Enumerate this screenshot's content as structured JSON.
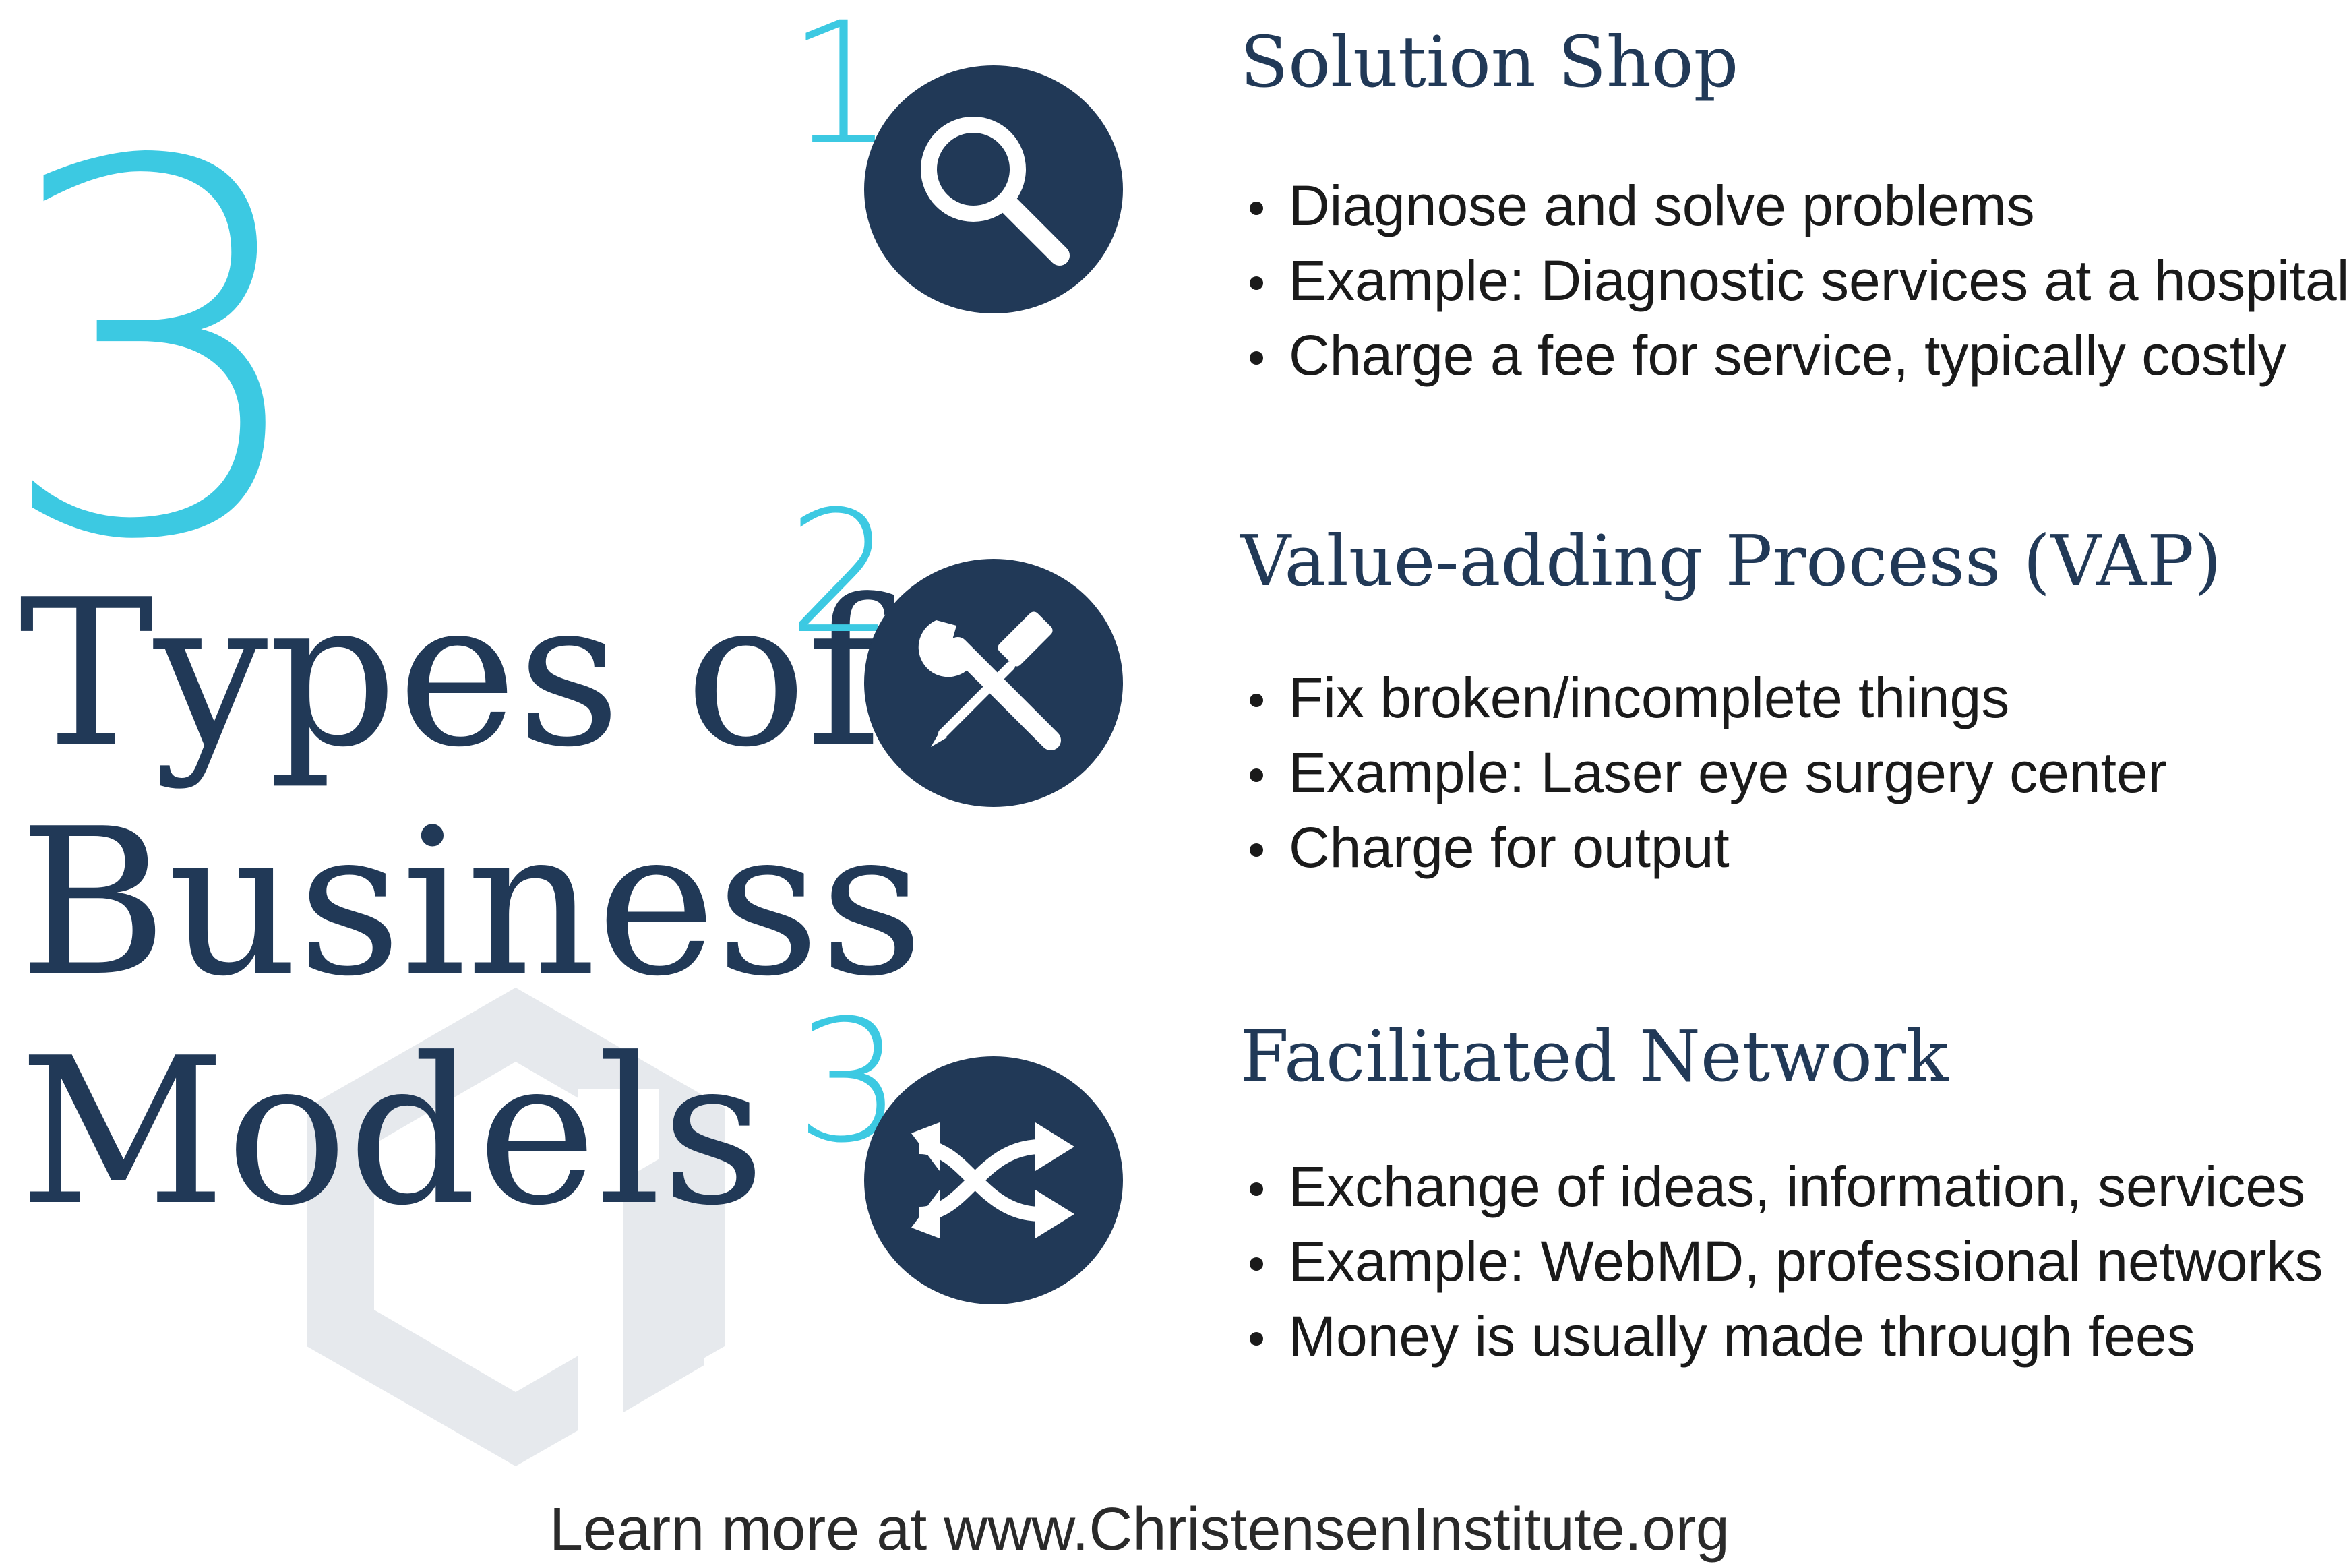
{
  "heading": {
    "number": "3",
    "line1": "Types of",
    "line2": "Business",
    "line3": "Models"
  },
  "colors": {
    "accent": "#3cc9e2",
    "navy": "#213957",
    "watermark": "#e6e9ed",
    "text": "#1a1a1a"
  },
  "sections": [
    {
      "number": "1",
      "icon": "magnifier-icon",
      "title": "Solution Shop",
      "bullets": [
        "Diagnose and solve problems",
        "Example: Diagnostic services at a hospital",
        "Charge a fee for service, typically costly"
      ]
    },
    {
      "number": "2",
      "icon": "wrench-screwdriver-icon",
      "title": "Value-adding Process (VAP)",
      "bullets": [
        "Fix broken/incomplete things",
        "Example: Laser eye surgery center",
        "Charge for output"
      ]
    },
    {
      "number": "3",
      "icon": "crossing-arrows-icon",
      "title": "Facilitated Network",
      "bullets": [
        "Exchange of ideas, information, services",
        "Example: WebMD, professional networks",
        "Money is usually made through fees"
      ]
    }
  ],
  "footer": {
    "text": "Learn more at www.ChristensenInstitute.org"
  }
}
